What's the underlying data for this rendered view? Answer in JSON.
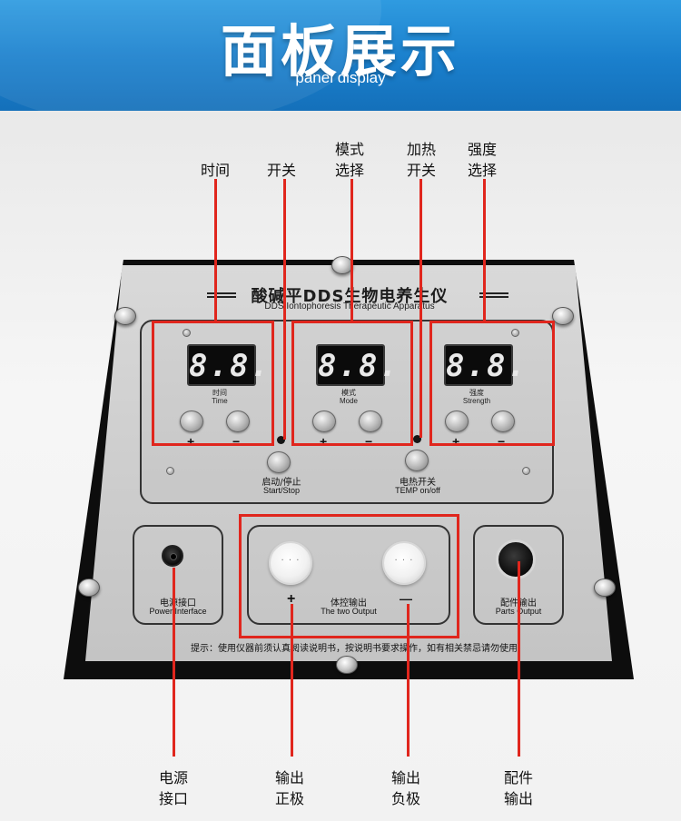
{
  "header": {
    "title": "面板展示",
    "subtitle": "panel display"
  },
  "callouts": {
    "time": "时间",
    "switch": "开关",
    "mode_line1": "模式",
    "mode_line2": "选择",
    "heat_line1": "加热",
    "heat_line2": "开关",
    "strength_line1": "强度",
    "strength_line2": "选择",
    "power_line1": "电源",
    "power_line2": "接口",
    "out_pos_line1": "输出",
    "out_pos_line2": "正极",
    "out_neg_line1": "输出",
    "out_neg_line2": "负极",
    "parts_line1": "配件",
    "parts_line2": "输出"
  },
  "panel": {
    "title_cn": "酸碱平DDS生物电养生仪",
    "title_en": "DDS Iontophoresis Therapeutic Apparatus",
    "displays": [
      {
        "digits": "8.8.",
        "label_cn": "时间",
        "label_en": "Time"
      },
      {
        "digits": "8.8.",
        "label_cn": "模式",
        "label_en": "Mode"
      },
      {
        "digits": "8.8.",
        "label_cn": "强度",
        "label_en": "Strength"
      }
    ],
    "plus": "+",
    "minus": "−",
    "start_stop_cn": "启动/停止",
    "start_stop_en": "Start/Stop",
    "temp_cn": "电热开关",
    "temp_en": "TEMP  on/off",
    "power_cn": "电源接口",
    "power_en": "Power Interface",
    "output_cn": "体控输出",
    "output_en": "The two Output",
    "output_plus": "+",
    "output_minus": "—",
    "parts_cn": "配件输出",
    "parts_en": "Parts Output",
    "tip": "提示：使用仪器前须认真阅读说明书，按说明书要求操作，如有相关禁忌请勿使用"
  },
  "colors": {
    "accent_red": "#e0261d",
    "header_blue": "#1a7fcc"
  }
}
